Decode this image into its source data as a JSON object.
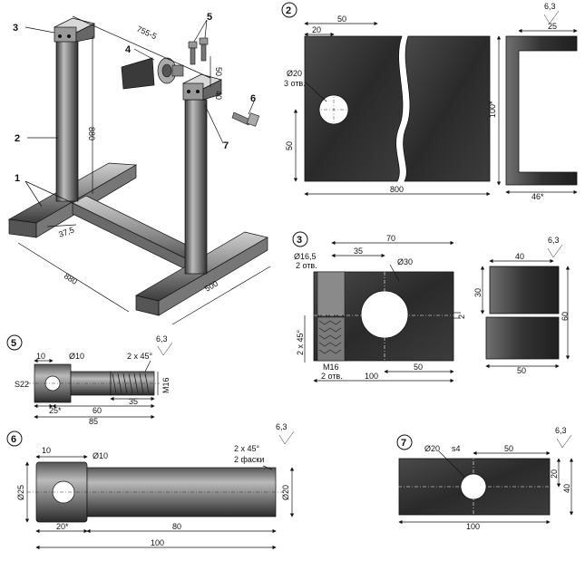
{
  "assembly": {
    "callouts": [
      "1",
      "2",
      "3",
      "4",
      "5",
      "6",
      "7"
    ],
    "dims": {
      "height": "880",
      "spacing": "755-5",
      "base_width": "500",
      "base_length": "880",
      "channel": "37,5",
      "pad1": "50",
      "pad2": "40"
    }
  },
  "detail2": {
    "badge": "2",
    "roughness": "6,3",
    "dims": {
      "d20": "50",
      "d20b": "20",
      "hole": "Ø20",
      "holes": "3 отв.",
      "h50": "50",
      "len": "800",
      "ht": "100*",
      "top": "25",
      "bot": "46*"
    }
  },
  "detail3": {
    "badge": "3",
    "roughness": "6,3",
    "dims": {
      "d16": "Ø16,5",
      "holes2": "2 отв.",
      "w35": "35",
      "w70": "70",
      "d30": "Ø30",
      "chamfer": "2 x 45°",
      "m16": "M16",
      "holes2b": "2 отв.",
      "w50": "50",
      "w100": "100",
      "w2": "2",
      "s40": "40",
      "s30": "30",
      "s60": "60",
      "s50": "50"
    }
  },
  "detail5": {
    "badge": "5",
    "roughness": "6,3",
    "dims": {
      "w10": "10",
      "d10": "Ø10",
      "chamfer": "2 x 45°",
      "s22": "S22",
      "m16": "M16",
      "w35": "35",
      "w25": "25*",
      "w60": "60",
      "w85": "85"
    }
  },
  "detail6": {
    "badge": "6",
    "roughness": "6,3",
    "dims": {
      "w10": "10",
      "d10": "Ø10",
      "chamfer": "2 x 45°",
      "chamfer2": "2 фаски",
      "d25": "Ø25",
      "d20": "Ø20",
      "w20": "20*",
      "w80": "80",
      "w100": "100"
    }
  },
  "detail7": {
    "badge": "7",
    "roughness": "6,3",
    "dims": {
      "d20": "Ø20",
      "s4": "s4",
      "w50": "50",
      "h20": "20",
      "h40": "40",
      "w100": "100"
    }
  }
}
